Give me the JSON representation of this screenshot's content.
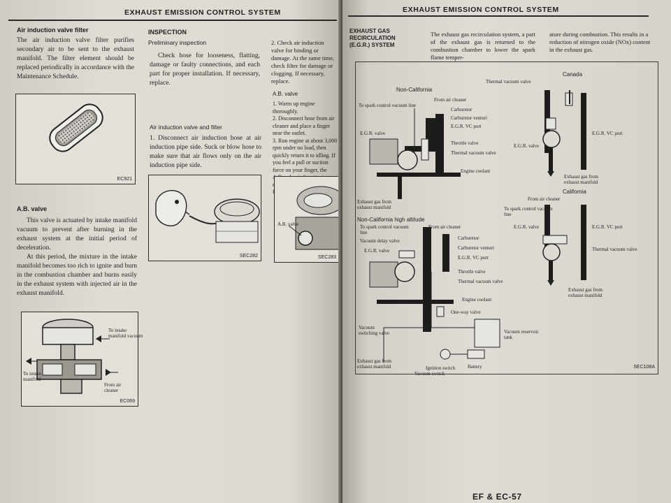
{
  "left_page": {
    "header": "EXHAUST EMISSION CONTROL SYSTEM",
    "col1": {
      "heading": "Air induction valve filter",
      "para": "The air induction valve filter purifies secondary air to be sent to the exhaust manifold. The filter element should be replaced periodically in accordance with the Maintenance Schedule.",
      "fig1_code": "EC921",
      "ab_heading": "A.B. valve",
      "ab_para1": "This valve is actuated by intake manifold vacuum to prevent after burning in the exhaust system at the initial period of deceleration.",
      "ab_para2": "At this period, the mixture in the intake manifold becomes too rich to ignite and burn in the combustion chamber and burns easily in the exhaust system with injected air in the exhaust manifold.",
      "fig2": {
        "to_intake_vacuum": "To intake manifold vacuum",
        "to_intake": "To intake manifold",
        "from_air": "From air cleaner",
        "code": "EC069"
      }
    },
    "col2": {
      "heading": "INSPECTION",
      "sub1": "Preliminary inspection",
      "para1": "Check hose for looseness, flatting, damage or faulty connections, and each part for proper installation. If necessary, replace.",
      "sub2": "Air induction valve and filter",
      "para2": "1. Disconnect air induction hose at air induction pipe side. Suck or blow hose to make sure that air flows only on the air induction pipe side.",
      "fig_code": "SEC282"
    },
    "col3": {
      "para1": "2. Check air induction valve for binding or damage. At the same time, check filter for damage or clogging. If necessary, replace.",
      "sub": "A.B. valve",
      "steps": "1. Warm up engine thoroughly.\n2. Disconnect hose from air cleaner and place a finger near the outlet.\n3. Run engine at about 3,000 rpm under no load, then quickly return it to idling. If you feel a pull or suction force on your finger, the A.B. valve is functioning normally. If no suction is felt, replace the A.B. valve.",
      "fig_label": "A.B. valve",
      "fig_code": "SEC283"
    }
  },
  "right_page": {
    "header": "EXHAUST EMISSION CONTROL SYSTEM",
    "section_title": "EXHAUST GAS RECIRCULATION (E.G.R.) SYSTEM",
    "intro_a": "The exhaust gas recirculation system, a part of the exhaust gas is returned to the combustion chamber to lower the spark flame temper-",
    "intro_b": "ature during combustion. This results in a reduction of nitrogen oxide (NOx) content in the exhaust gas.",
    "page_number": "EF & EC-57",
    "diagram": {
      "code": "SEC108A",
      "non_california": {
        "title": "Non-California",
        "labels": [
          "To spark control vacuum line",
          "From air cleaner",
          "Carburetor",
          "Carburetor venturi",
          "E.G.R. VC port",
          "E.G.R. valve",
          "Throttle valve",
          "Thermal vacuum valve",
          "Engine coolant",
          "Exhaust gas from exhaust manifold"
        ]
      },
      "canada": {
        "title": "Canada",
        "labels": [
          "Thermal vacuum valve",
          "E.G.R. VC port",
          "E.G.R. valve",
          "Exhaust gas from exhaust manifold"
        ]
      },
      "high_altitude": {
        "title": "Non-California high altitude",
        "labels": [
          "To spark control vacuum line",
          "From air cleaner",
          "Vacuum delay valve",
          "Carburetor",
          "E.G.R. valve",
          "Carburetor venturi",
          "E.G.R. VC port",
          "Throttle valve",
          "Thermal vacuum valve",
          "Engine coolant",
          "One-way valve",
          "Vacuum reservoir tank",
          "Ignition switch",
          "Battery",
          "Vacuum switch",
          "Exhaust gas from exhaust manifold",
          "Vacuum switching valve"
        ]
      },
      "california": {
        "title": "California",
        "labels": [
          "From air cleaner",
          "To spark control vacuum line",
          "E.G.R. valve",
          "E.G.R. VC port",
          "Thermal vacuum valve",
          "Exhaust gas from exhaust manifold"
        ]
      }
    }
  }
}
